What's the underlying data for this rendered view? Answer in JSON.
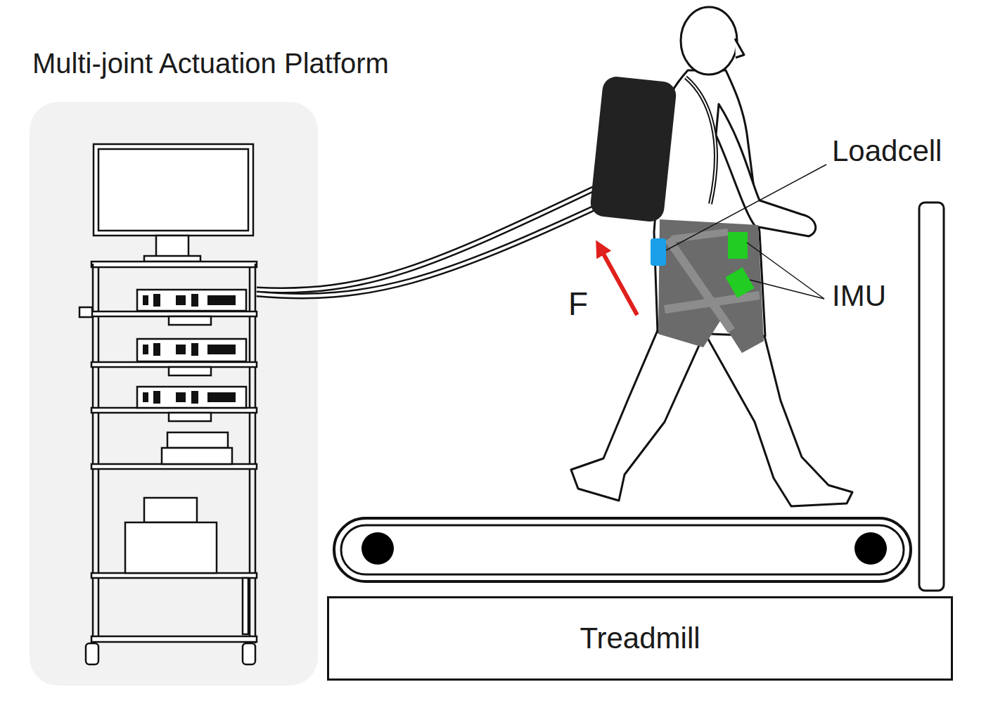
{
  "diagram": {
    "nodes": [
      {
        "text": [
          "Multi-joint Actuation Platform"
        ]
      },
      {
        "text": [
          "Treadmill"
        ]
      }
    ],
    "labels": [
      "Loadcell",
      "IMU",
      "F"
    ]
  }
}
